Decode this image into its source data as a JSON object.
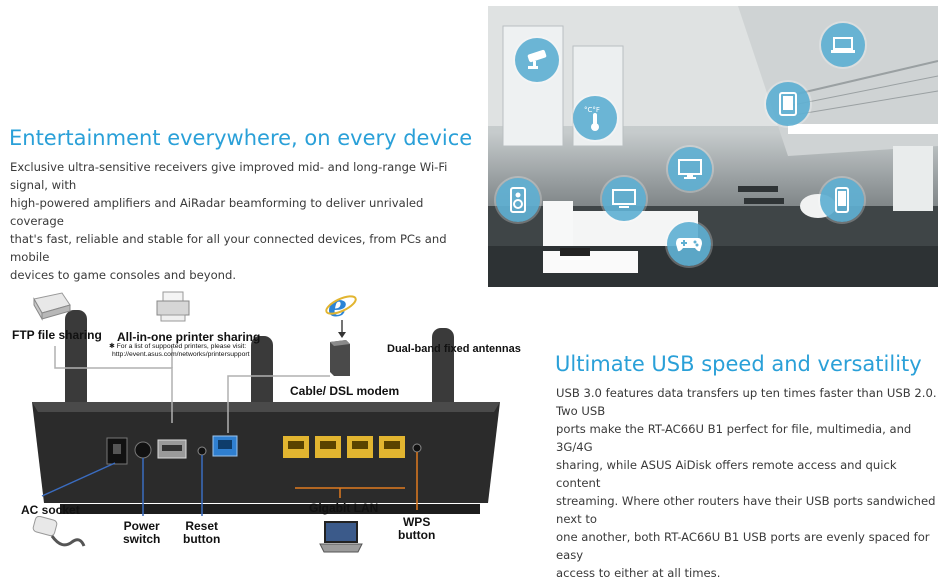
{
  "section1": {
    "title": "Entertainment everywhere, on every device",
    "lines": [
      "Exclusive ultra-sensitive receivers give improved mid- and long-range Wi-Fi signal, with",
      "high-powered amplifiers and AiRadar beamforming to deliver unrivaled coverage",
      "that's fast, reliable and stable for all your connected devices, from PCs and mobile",
      "devices to game consoles and beyond."
    ]
  },
  "room_icons": [
    "camera-icon",
    "thermometer-icon",
    "laptop-icon",
    "tablet-icon",
    "tv-icon",
    "speaker-icon",
    "monitor-icon",
    "smartphone-icon",
    "gamepad-icon"
  ],
  "section2": {
    "title": "Ultimate USB speed and versatility",
    "lines": [
      "USB 3.0 features data transfers up ten times faster than USB 2.0. Two USB",
      "ports make the RT-AC66U B1 perfect for file, multimedia, and 3G/4G",
      "sharing, while ASUS AiDisk offers remote access and quick content",
      "streaming. Where other routers have their USB ports sandwiched next to",
      "one another, both RT-AC66U B1 USB ports are evenly spaced for easy",
      "access to either at all times."
    ]
  },
  "diagram": {
    "ftp": "FTP file sharing",
    "printer": "All-in-one printer sharing",
    "printer_note1": "For a list of supported printers, please visit:",
    "printer_note2": "http://event.asus.com/networks/printersupport",
    "modem": "Cable/ DSL modem",
    "antennas": "Dual-band fixed antennas",
    "ac_socket": "AC socket",
    "power1": "Power",
    "power2": "switch",
    "reset1": "Reset",
    "reset2": "button",
    "lan": "Gigabit LAN",
    "wps1": "WPS",
    "wps2": "button"
  },
  "colors": {
    "heading": "#2aa0d8",
    "icon_bubble": "#60b0d2",
    "lan_port": "#e2b530",
    "wan_port": "#2f7fd0",
    "router_body": "#2b2b2b"
  }
}
